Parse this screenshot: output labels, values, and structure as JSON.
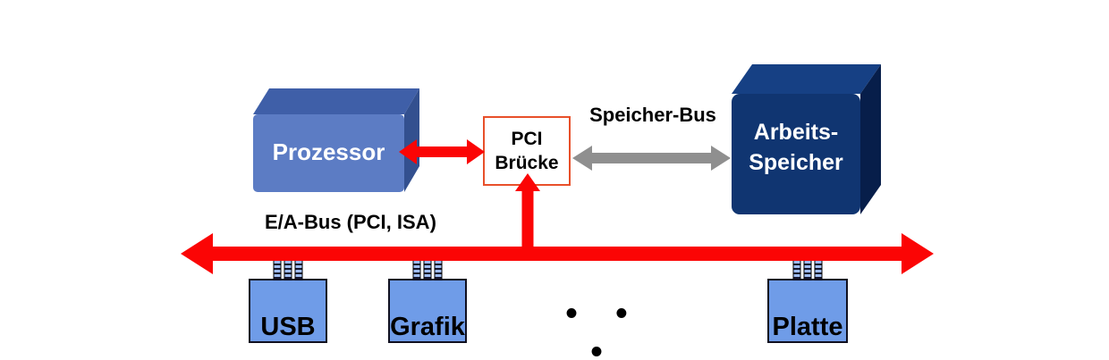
{
  "diagram": {
    "processor": {
      "label": "Prozessor"
    },
    "pci_bridge": {
      "line1": "PCI",
      "line2": "Brücke"
    },
    "main_memory": {
      "line1": "Arbeits-",
      "line2": "Speicher"
    },
    "speicher_bus": {
      "label": "Speicher-Bus"
    },
    "ea_bus": {
      "label": "E/A-Bus (PCI, ISA)"
    },
    "devices": [
      {
        "label": "USB"
      },
      {
        "label": "Grafik"
      },
      {
        "label": "Platte"
      }
    ],
    "ellipsis": "• • •",
    "colors": {
      "bus_red": "#fb0505",
      "memory_bus_gray": "#8f8f8f",
      "processor_blue_front": "#5c7cc4",
      "processor_blue_dark": "#33508f",
      "memory_navy_front": "#103571",
      "memory_navy_dark": "#071e4a",
      "device_blue": "#6f9ce8",
      "bridge_border_orange": "#e8502a"
    }
  }
}
